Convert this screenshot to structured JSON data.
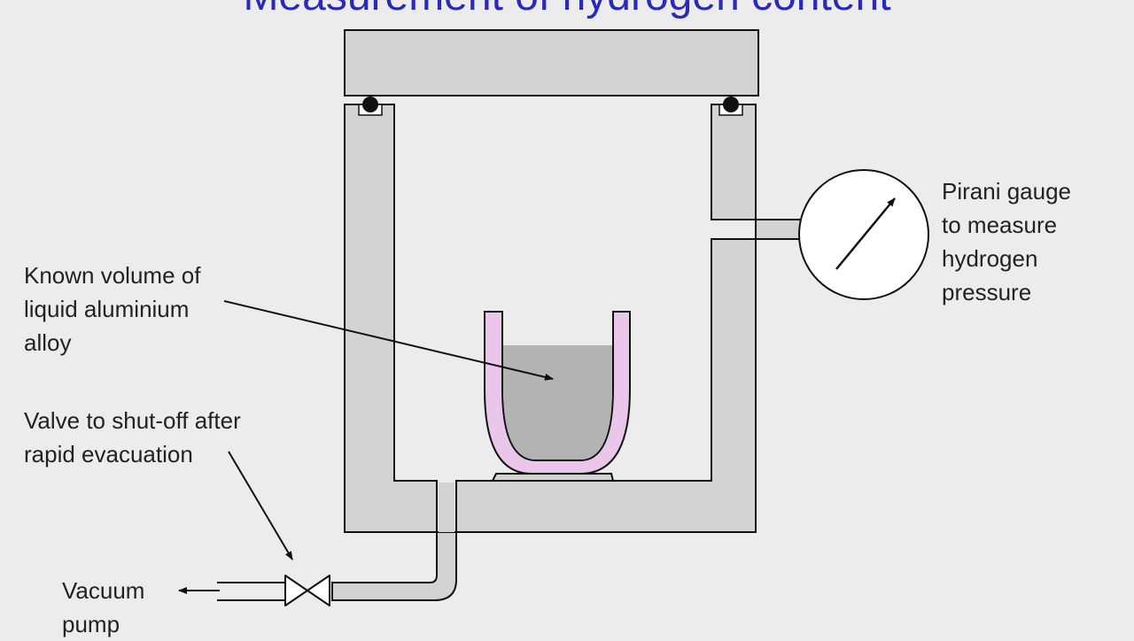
{
  "title": "Measurement of hydrogen content",
  "labels": {
    "liquid_alloy": [
      "Known volume of",
      "liquid aluminium",
      "alloy"
    ],
    "valve": [
      "Valve to shut-off after",
      "rapid evacuation"
    ],
    "vacuum_pump": [
      "Vacuum",
      "pump"
    ],
    "pirani_gauge": [
      "Pirani gauge",
      "to measure",
      "hydrogen",
      "pressure"
    ]
  },
  "colors": {
    "title": "#2a2ab8",
    "chamber_fill": "#d3d3d3",
    "background": "#ececec",
    "crucible_fill": "#e9c6ea",
    "melt_fill": "#b3b3b3",
    "outline": "#111111"
  }
}
